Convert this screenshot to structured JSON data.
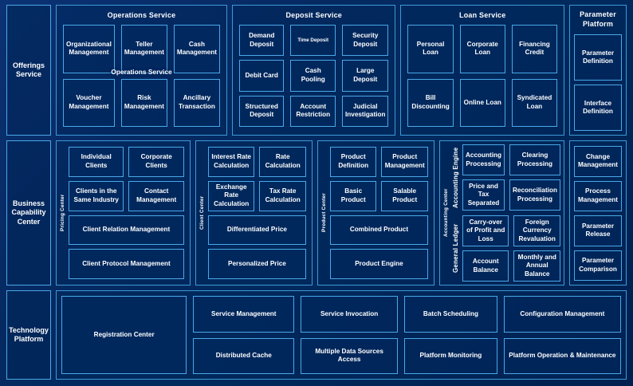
{
  "theme": {
    "background": "#032a63",
    "border_color": "#4aa8e8",
    "group_border": "#3d9ad6",
    "text_color": "#ffffff"
  },
  "rows": {
    "offerings": {
      "side_label": "Offerings Service",
      "overlap_label": "Operations Service",
      "groups": [
        {
          "title": "Operations Service",
          "cells": [
            "Organizational Management",
            "Teller Management",
            "Cash Management",
            "Voucher Management",
            "Risk Management",
            "Ancillary Transaction"
          ]
        },
        {
          "title": "Deposit Service",
          "cells": [
            "Demand Deposit",
            "Time Deposit",
            "Security Deposit",
            "Debit Card",
            "Cash Pooling",
            "Large Deposit",
            "Structured Deposit",
            "Account Restriction",
            "Judicial Investigation"
          ]
        },
        {
          "title": "Loan Service",
          "cells": [
            "Personal Loan",
            "Corporate Loan",
            "Financing Credit",
            "Bill Discounting",
            "Online Loan",
            "Syndicated Loan"
          ]
        }
      ]
    },
    "parameter_platform": {
      "title": "Parameter Platform",
      "cells": [
        "Parameter Definition",
        "Interface Definition",
        "Change Management",
        "Process Management",
        "Parameter Release",
        "Parameter Comparison"
      ]
    },
    "capability": {
      "side_label": "Business Capability Center",
      "centers": [
        {
          "vlabel": "Pricing Center",
          "pairs": [
            [
              "Individual Clients",
              "Corporate Clients"
            ],
            [
              "Clients in the Same Industry",
              "Contact Management"
            ]
          ],
          "wides": [
            "Client Relation Management",
            "Client Protocol Management"
          ]
        },
        {
          "vlabel": "Client Center",
          "pairs": [
            [
              "Interest Rate Calculation",
              "Rate Calculation"
            ],
            [
              "Exchange Rate Calculation",
              "Tax Rate Calculation"
            ]
          ],
          "wides": [
            "Differentiated Price",
            "Personalized Price"
          ]
        },
        {
          "vlabel": "Product Center",
          "pairs": [
            [
              "Product Definition",
              "Product Management"
            ],
            [
              "Basic Product",
              "Salable Product"
            ]
          ],
          "wides": [
            "Combined Product",
            "Product Engine"
          ]
        }
      ],
      "accounting": {
        "vlabel": "Accounting Center",
        "blocks": [
          {
            "vlabel": "Accounting Engine",
            "cells": [
              "Accounting Processing",
              "Clearing Processing",
              "Price and Tax Separated",
              "Reconciliation Processing"
            ]
          },
          {
            "vlabel": "General Ledger",
            "cells": [
              "Carry-over of Profit and Loss",
              "Foreign Currency Revaluation",
              "Account Balance",
              "Monthly and Annual Balance"
            ]
          }
        ]
      }
    },
    "technology": {
      "side_label": "Technology Platform",
      "cells": [
        "Registration Center",
        "Service Management",
        "Distributed Cache",
        "Service Invocation",
        "Multiple Data Sources Access",
        "Batch Scheduling",
        "Platform Monitoring",
        "Configuration Management",
        "Platform Operation & Maintenance"
      ]
    }
  }
}
